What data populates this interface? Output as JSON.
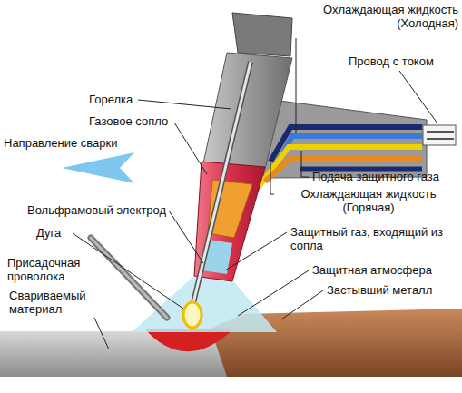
{
  "diagram": {
    "labels": [
      "Охлаждающая жидкость (Холодная)",
      "Провод с током",
      "Горелка",
      "Газовое сопло",
      "Направление сварки",
      "Подача защитного газа",
      "Охлаждающая жидкость (Горячая)",
      "Вольфрамовый электрод",
      "Защитный газ, входящий из сопла",
      "Дуга",
      "Присадочная проволока",
      "Защитная атмосфера",
      "Застывший металл",
      "Свариваемый материал"
    ]
  }
}
